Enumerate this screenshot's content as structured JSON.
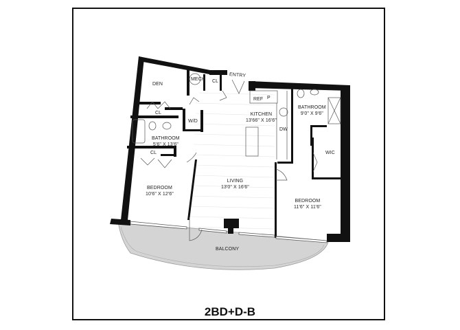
{
  "plan": {
    "title": "2BD+D-B",
    "colors": {
      "wall": "#111111",
      "balcony": "#d4d4d4",
      "floor_lines": "#e2e2e2",
      "border": "#111111"
    },
    "rooms": {
      "den": {
        "name": "DEN"
      },
      "mech": {
        "name": "MECH"
      },
      "cl_entry": {
        "name": "CL"
      },
      "entry": {
        "name": "ENTRY"
      },
      "ref": {
        "name": "REF"
      },
      "pantry": {
        "name": "P"
      },
      "kitchen": {
        "name": "KITCHEN",
        "dims": "13'66\" X 16'6\""
      },
      "bath_right": {
        "name": "BATHROOM",
        "dims": "9'0\" X 9'6\""
      },
      "cl_den": {
        "name": "CL"
      },
      "wd": {
        "name": "W/D"
      },
      "bath_left": {
        "name": "BATHROOM",
        "dims": "5'6\" X 13'6\""
      },
      "dw": {
        "name": "DW"
      },
      "cl_bed": {
        "name": "CL"
      },
      "wic": {
        "name": "WIC"
      },
      "bedroom_left": {
        "name": "BEDROOM",
        "dims": "10'6\" X 12'6\""
      },
      "living": {
        "name": "LIVING",
        "dims": "13'0\" X 16'6\""
      },
      "bedroom_right": {
        "name": "BEDROOM",
        "dims": "11'6\" X 11'6\""
      },
      "balcony": {
        "name": "BALCONY"
      }
    }
  }
}
